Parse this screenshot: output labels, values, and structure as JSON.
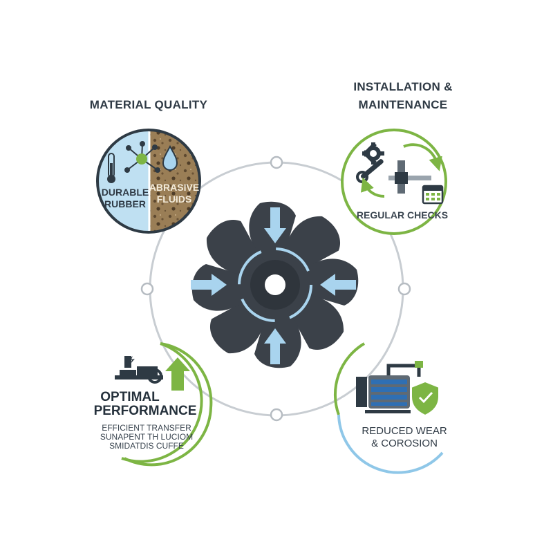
{
  "headings": {
    "material_quality": "MATERIAL QUALITY",
    "installation_line1": "INSTALLATION &",
    "installation_line2": "MAINTENANCE"
  },
  "material_circle": {
    "left_line1": "DURABLE",
    "left_line2": "RUBBER",
    "right_line1": "ABRASIVE",
    "right_line2": "FLUIDS"
  },
  "maintenance_circle": {
    "label": "REGULAR CHECKS"
  },
  "performance": {
    "title_line1": "OPTIMAL",
    "title_line2": "PERFORMANCE",
    "line1": "EFFICIENT TRANSFER",
    "line2": "SUNAPENT TH LUCIOM",
    "line3": "SMIDATDIS CUFFE"
  },
  "wear_circle": {
    "line1": "REDUCED WEAR",
    "line2": "& COROSION"
  },
  "colors": {
    "green": "#7db544",
    "blue_light": "#a9d4ee",
    "blue_arrow": "#8fc7e8",
    "dark": "#2f3a45",
    "impeller": "#3b4149",
    "sand": "#9a7e56"
  },
  "icons": [
    "thermometer-icon",
    "molecule-icon",
    "droplet-icon",
    "wrench-gear-icon",
    "pipe-valve-icon",
    "calendar-icon",
    "pump-icon",
    "motor-icon",
    "shield-icon",
    "impeller-icon",
    "up-arrow-icon",
    "cycle-arrows-icon"
  ]
}
